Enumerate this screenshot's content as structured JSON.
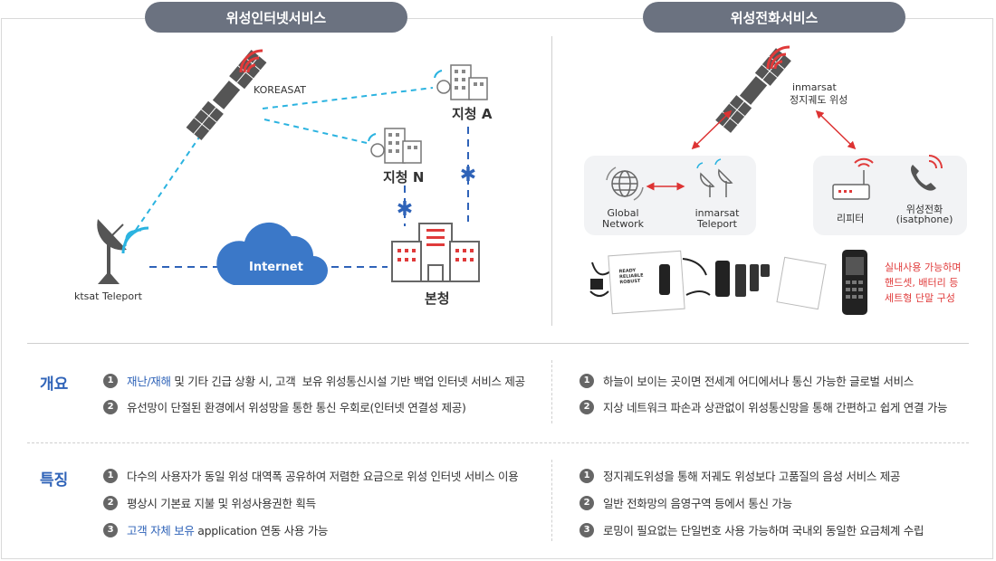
{
  "headers": {
    "left": "위성인터넷서비스",
    "right": "위성전화서비스"
  },
  "left_diagram": {
    "satellite_label": "KOREASAT",
    "branch_a": "지청 A",
    "branch_n": "지청 N",
    "teleport": "ktsat Teleport",
    "internet": "Internet",
    "hq": "본청"
  },
  "right_diagram": {
    "satellite_name": "inmarsat",
    "satellite_sub": "정지궤도 위성",
    "global_network_1": "Global",
    "global_network_2": "Network",
    "teleport_1": "inmarsat",
    "teleport_2": "Teleport",
    "repeater": "리피터",
    "phone_1": "위성전화",
    "phone_2": "(isatphone)",
    "product_box": "READY RELIABLE ROBUST",
    "note": [
      "실내사용 가능하며",
      "핸드셋, 배터리 등",
      "세트형 단말 구성"
    ]
  },
  "overview": {
    "label": "개요",
    "left": [
      {
        "num": "1",
        "highlight": "재난/재해",
        "text": " 및 기타 긴급 상황 시, 고객  보유 위성통신시설 기반 백업 인터넷 서비스 제공"
      },
      {
        "num": "2",
        "text": "유선망이 단절된 환경에서 위성망을 통한 통신 우회로(인터넷 연결성 제공)"
      }
    ],
    "right": [
      {
        "num": "1",
        "text": "하늘이 보이는 곳이면 전세계 어디에서나 통신 가능한 글로벌 서비스"
      },
      {
        "num": "2",
        "text": "지상 네트워크 파손과 상관없이 위성통신망을 통해 간편하고 쉽게 연결 가능"
      }
    ]
  },
  "features": {
    "label": "특징",
    "left": [
      {
        "num": "1",
        "text": "다수의 사용자가 동일 위성 대역폭 공유하여 저렴한 요금으로 위성 인터넷 서비스 이용"
      },
      {
        "num": "2",
        "text": "평상시 기본료 지불 및 위성사용권한 획득"
      },
      {
        "num": "3",
        "highlight": "고객 자체 보유",
        "text": " application 연동 사용 가능"
      }
    ],
    "right": [
      {
        "num": "1",
        "text": "정지궤도위성을 통해 저궤도 위성보다 고품질의 음성 서비스 제공"
      },
      {
        "num": "2",
        "text": "일반 전화망의 음영구역 등에서 통신 가능"
      },
      {
        "num": "3",
        "text": "로밍이 필요없는 단일번호 사용 가능하며 국내외 동일한 요금체계 수립"
      }
    ]
  },
  "colors": {
    "accent": "#2f63b8",
    "red": "#e03a3a",
    "cyan": "#2bb3e0",
    "pill": "#6b7280"
  }
}
